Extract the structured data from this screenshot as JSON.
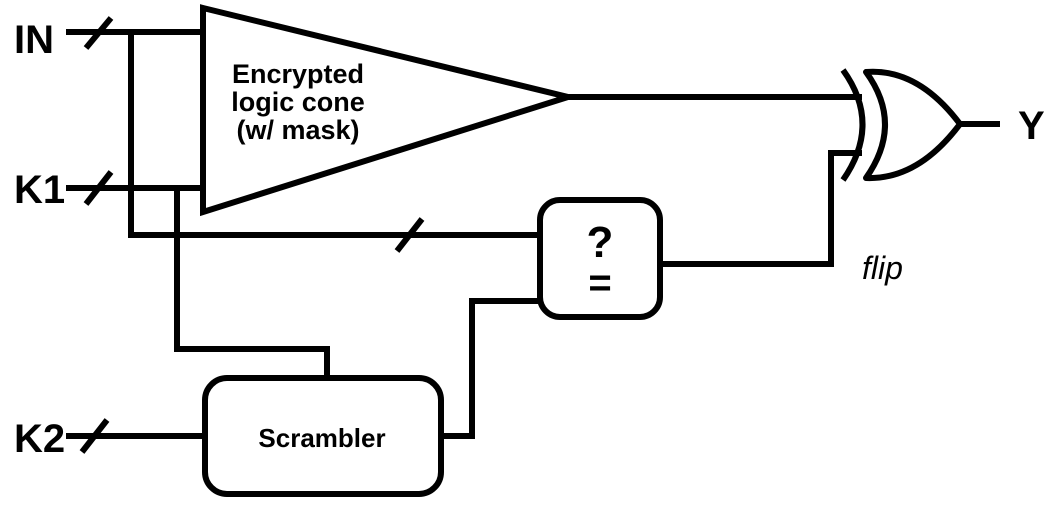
{
  "inputs": {
    "in_label": "IN",
    "k1_label": "K1",
    "k2_label": "K2"
  },
  "output": {
    "y_label": "Y"
  },
  "cone": {
    "line1": "Encrypted",
    "line2": "logic cone",
    "line3": "(w/ mask)"
  },
  "comparator": {
    "top": "?",
    "bottom": "="
  },
  "scrambler": {
    "label": "Scrambler"
  },
  "flip": {
    "label": "flip"
  }
}
